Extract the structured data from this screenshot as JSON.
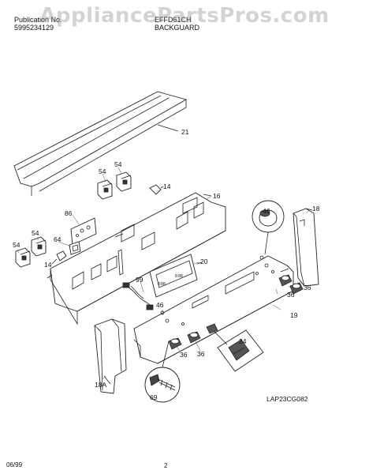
{
  "header": {
    "publication_label": "Publication No.",
    "publication_number": "5995234129",
    "model": "EFFD61CH",
    "section": "BACKGUARD"
  },
  "watermark": "AppliancePartsPros.com",
  "diagram_code": "LAP23CG082",
  "footer": {
    "date": "06/99",
    "page": "2"
  },
  "callouts": {
    "c21": "21",
    "c54a": "54",
    "c54b": "54",
    "c14a": "14",
    "c16": "16",
    "c86": "86",
    "c54c": "54",
    "c64": "64",
    "c54d": "54",
    "c14b": "14",
    "c46a": "46",
    "c18": "18",
    "c20": "20",
    "c99": "99",
    "c46b": "46",
    "c36a": "36",
    "c36b": "36",
    "c19": "19",
    "c24": "24",
    "c36c": "36",
    "c36d": "36",
    "c18a": "18A",
    "c69": "69"
  }
}
